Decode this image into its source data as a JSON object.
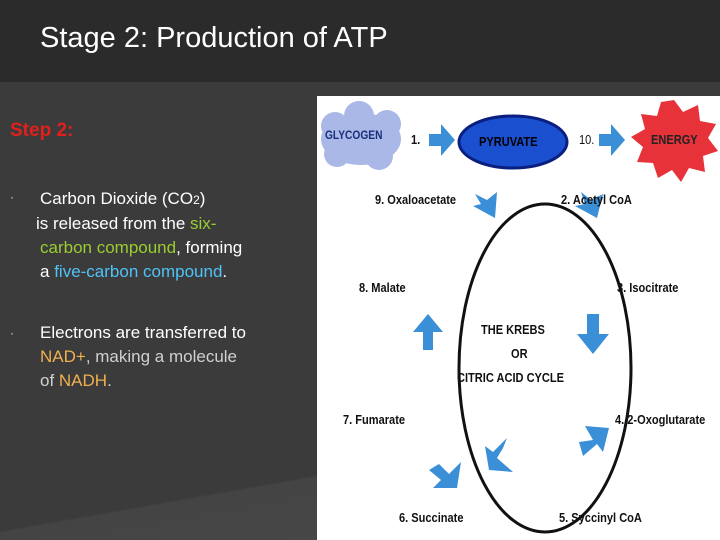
{
  "slide": {
    "title": "Stage 2: Production of ATP",
    "step_heading": "Step 2:",
    "bullets": [
      {
        "marker": "·",
        "line1": "Carbon Dioxide (CO",
        "sub": "2",
        "line1_end": ")",
        "line2_pre": "is released from the ",
        "line2_hl": "six-",
        "line3_hl": "carbon compound",
        "line3_post": ", forming",
        "line4_pre": "a ",
        "line4_hl": "five-carbon compound",
        "line4_post": "."
      },
      {
        "marker": "·",
        "line1": "Electrons are transferred to",
        "line2_hl": "NAD+",
        "line2_post": ", making a molecule",
        "line3_pre": "of ",
        "line3_hl": "NADH",
        "line3_post": "."
      }
    ]
  },
  "diagram": {
    "top": {
      "glycogen": "GLYCOGEN",
      "step1": "1.",
      "pyruvate": "PYRUVATE",
      "step10": "10.",
      "energy": "ENERGY"
    },
    "center": [
      "THE KREBS",
      "OR",
      "CITRIC ACID CYCLE"
    ],
    "steps": [
      "2. Acetyl CoA",
      "3. Isocitrate",
      "4. 2-Oxoglutarate",
      "5. Syccinyl CoA",
      "6. Succinate",
      "7. Fumarate",
      "8. Malate",
      "9. Oxaloacetate"
    ],
    "colors": {
      "arrow": "#3a8fd6",
      "pyruvate": "#1a4fd0",
      "energy": "#e8323a",
      "glycogen": "#a9b8e6"
    }
  }
}
